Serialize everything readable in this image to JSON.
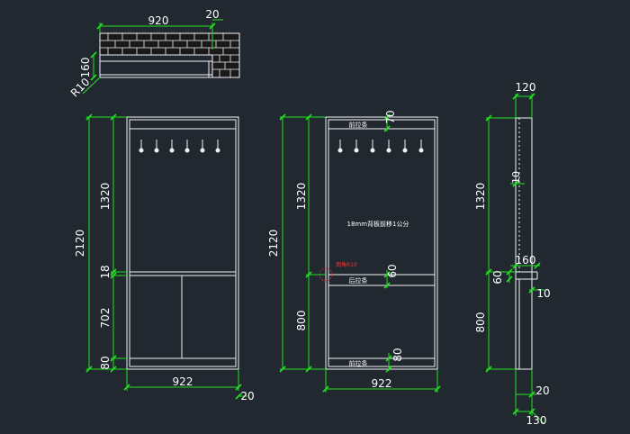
{
  "plan_view": {
    "dim_width": "920",
    "dim_offset": "20",
    "dim_depth": "160",
    "dim_radius": "R10"
  },
  "front_view": {
    "dim_total_height": "2120",
    "dim_upper_height": "1320",
    "dim_shelf": "18",
    "dim_lower_height": "702",
    "dim_base": "80",
    "dim_width": "922",
    "dim_side_offset": "20"
  },
  "section_view": {
    "dim_total_height": "2120",
    "dim_upper_height": "1320",
    "dim_lower_height": "800",
    "dim_top_strip": "70",
    "dim_mid_strip": "60",
    "dim_bottom_strip": "80",
    "dim_width": "922",
    "label_top_strip": "前拉条",
    "label_mid_strip": "后拉条",
    "label_bottom_strip": "前拉条",
    "label_back_panel": "18mm背板前移1公分",
    "label_corner_note": "倒角R10"
  },
  "side_view": {
    "dim_top_width": "120",
    "dim_upper_height": "1320",
    "dim_recess": "10",
    "dim_shelf_depth": "160",
    "dim_shelf_thick": "60",
    "dim_side_gap": "10",
    "dim_lower_height": "800",
    "dim_bottom_offset": "20",
    "dim_bottom_depth": "130"
  }
}
